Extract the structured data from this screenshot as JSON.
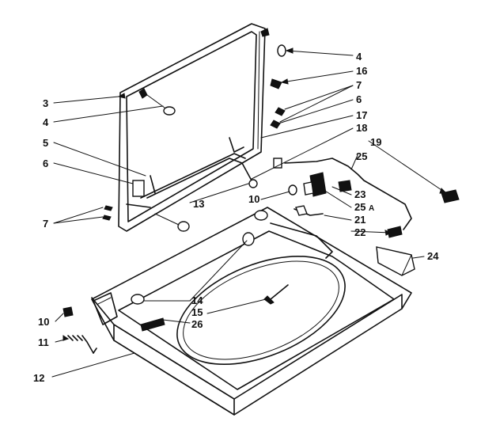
{
  "diagram": {
    "callouts": [
      {
        "id": "c4a",
        "text": "4"
      },
      {
        "id": "c16",
        "text": "16"
      },
      {
        "id": "c7a",
        "text": "7"
      },
      {
        "id": "c6a",
        "text": "6"
      },
      {
        "id": "c17",
        "text": "17"
      },
      {
        "id": "c18",
        "text": "18"
      },
      {
        "id": "c19",
        "text": "19"
      },
      {
        "id": "c25",
        "text": "25"
      },
      {
        "id": "c3",
        "text": "3"
      },
      {
        "id": "c4b",
        "text": "4"
      },
      {
        "id": "c5",
        "text": "5"
      },
      {
        "id": "c6b",
        "text": "6"
      },
      {
        "id": "c7b",
        "text": "7"
      },
      {
        "id": "c13",
        "text": "13"
      },
      {
        "id": "c10a",
        "text": "10"
      },
      {
        "id": "c23",
        "text": "23"
      },
      {
        "id": "c25a",
        "text": "25"
      },
      {
        "id": "c25a_suffix",
        "text": "A"
      },
      {
        "id": "c21",
        "text": "21"
      },
      {
        "id": "c22",
        "text": "22"
      },
      {
        "id": "c24",
        "text": "24"
      },
      {
        "id": "c14",
        "text": "14"
      },
      {
        "id": "c15",
        "text": "15"
      },
      {
        "id": "c26",
        "text": "26"
      },
      {
        "id": "c10b",
        "text": "10"
      },
      {
        "id": "c11",
        "text": "11"
      },
      {
        "id": "c12",
        "text": "12"
      }
    ]
  }
}
